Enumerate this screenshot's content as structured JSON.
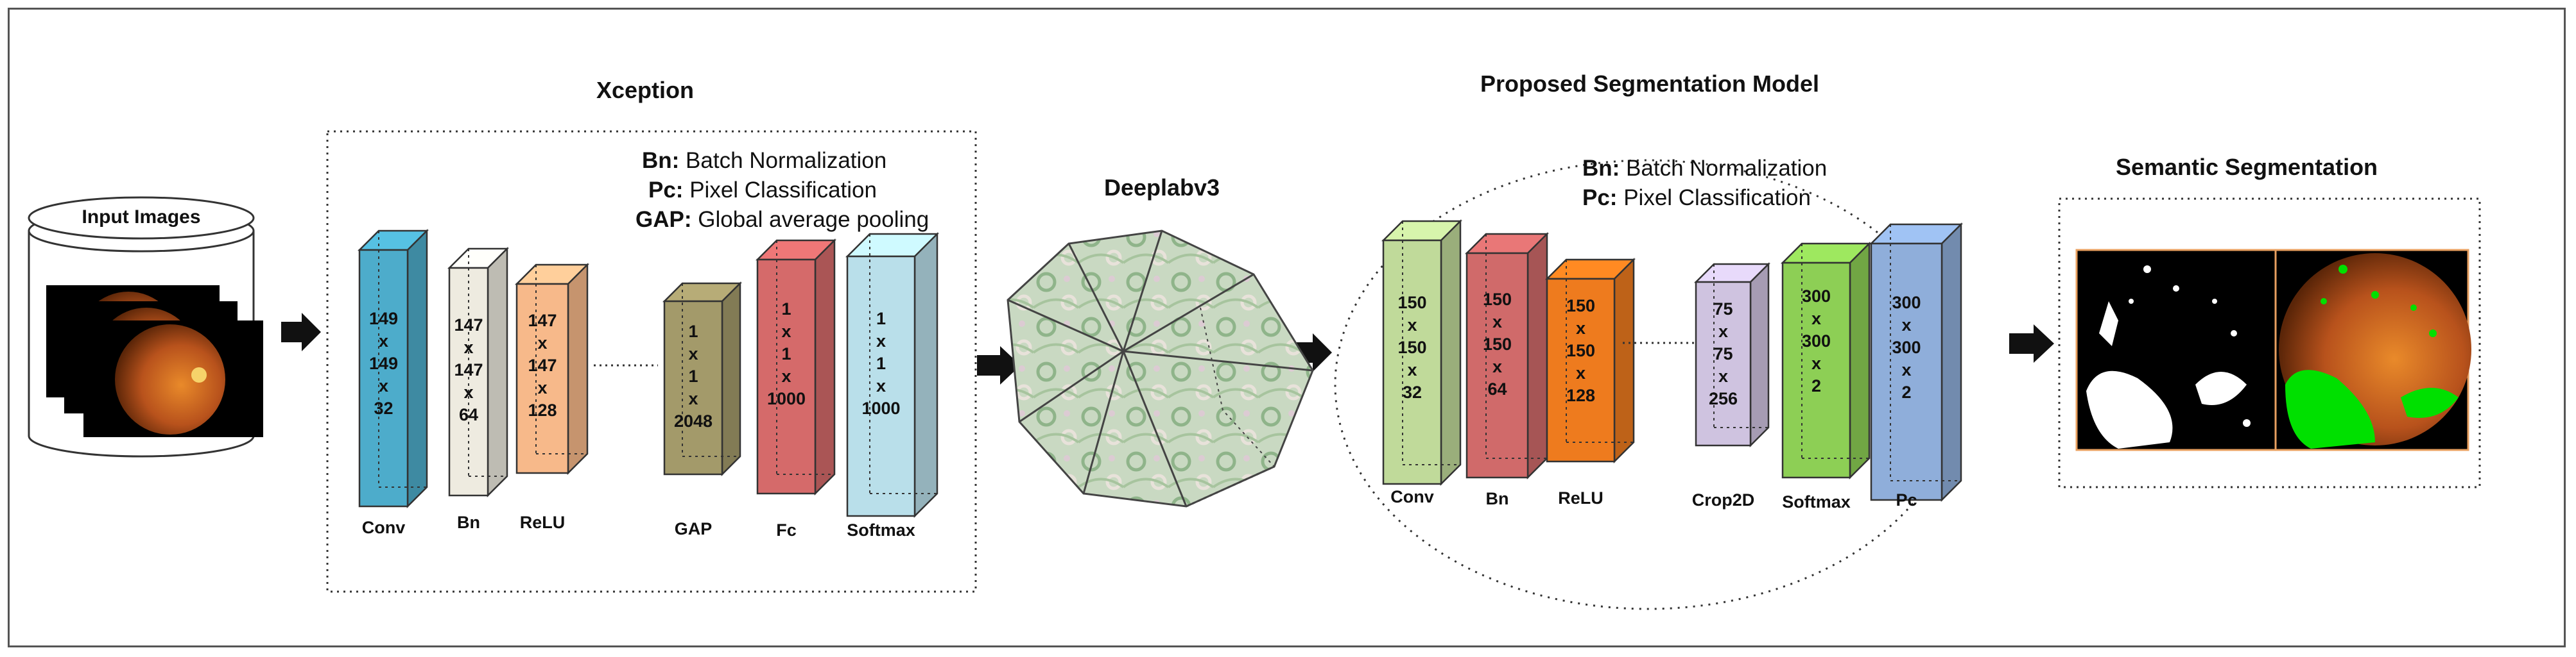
{
  "input": {
    "label": "Input Images"
  },
  "xception": {
    "title": "Xception",
    "legend": [
      {
        "key": "Bn:",
        "desc": " Batch Normalization"
      },
      {
        "key": "Pc:",
        "desc": " Pixel Classification"
      },
      {
        "key": "GAP:",
        "desc": " Global average pooling"
      }
    ],
    "blocks": [
      {
        "label": "Conv",
        "dims": [
          "149",
          "x",
          "149",
          "x",
          "32"
        ],
        "color": "#4DACCB"
      },
      {
        "label": "Bn",
        "dims": [
          "147",
          "x",
          "147",
          "x",
          "64"
        ],
        "color": "#EEEBE0"
      },
      {
        "label": "ReLU",
        "dims": [
          "147",
          "x",
          "147",
          "x",
          "128"
        ],
        "color": "#F7B98A"
      },
      {
        "label": "GAP",
        "dims": [
          "1",
          "x",
          "1",
          "x",
          "2048"
        ],
        "color": "#A39A6A"
      },
      {
        "label": "Fc",
        "dims": [
          "1",
          "x",
          "1",
          "x",
          "1000"
        ],
        "color": "#D56A6A"
      },
      {
        "label": "Softmax",
        "dims": [
          "1",
          "x",
          "1",
          "x",
          "1000"
        ],
        "color": "#B9DFEA"
      }
    ]
  },
  "deeplab": {
    "title": "Deeplabv3"
  },
  "segmodel": {
    "title": "Proposed Segmentation Model",
    "legend": [
      {
        "key": "Bn:",
        "desc": " Batch Normalization"
      },
      {
        "key": "Pc:",
        "desc": " Pixel Classification"
      }
    ],
    "blocks": [
      {
        "label": "Conv",
        "dims": [
          "150",
          "x",
          "150",
          "x",
          "32"
        ],
        "color": "#C0DA9A"
      },
      {
        "label": "Bn",
        "dims": [
          "150",
          "x",
          "150",
          "x",
          "64"
        ],
        "color": "#D06A6A"
      },
      {
        "label": "ReLU",
        "dims": [
          "150",
          "x",
          "150",
          "x",
          "128"
        ],
        "color": "#EE7B1E"
      },
      {
        "label": "Crop2D",
        "dims": [
          "75",
          "x",
          "75",
          "x",
          "256"
        ],
        "color": "#CFC3E0"
      },
      {
        "label": "Softmax",
        "dims": [
          "300",
          "x",
          "300",
          "x",
          "2"
        ],
        "color": "#8DCF55"
      },
      {
        "label": "Pc",
        "dims": [
          "300",
          "x",
          "300",
          "x",
          "2"
        ],
        "color": "#8FAEDA"
      }
    ]
  },
  "output": {
    "title": "Semantic Segmentation"
  },
  "colors": {
    "line": "#333333",
    "arrow": "#111111",
    "accent_green": "#00E000"
  }
}
